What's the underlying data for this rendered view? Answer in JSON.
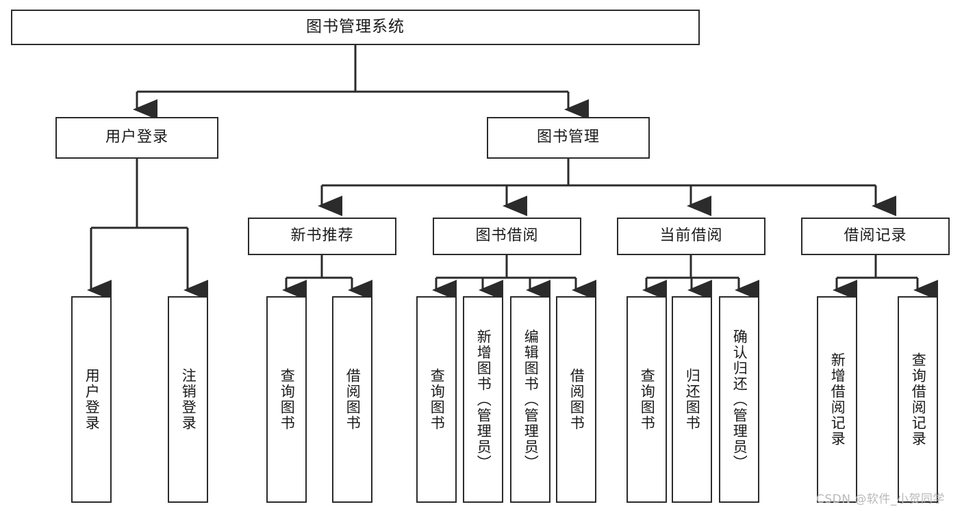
{
  "diagram": {
    "type": "tree",
    "title": "图书管理系统",
    "orientation": "top-down",
    "colors": {
      "box_border": "#2b2b2b",
      "box_fill": "#ffffff",
      "edge": "#2b2b2b",
      "text": "#1a1a1a",
      "watermark": "#b9b9b9"
    },
    "root": {
      "label": "图书管理系统"
    },
    "level2": [
      {
        "label": "用户登录"
      },
      {
        "label": "图书管理"
      }
    ],
    "level3": [
      {
        "label": "新书推荐"
      },
      {
        "label": "图书借阅"
      },
      {
        "label": "当前借阅"
      },
      {
        "label": "借阅记录"
      }
    ],
    "leaves": {
      "user_login": [
        {
          "label": "用户登录"
        },
        {
          "label": "注销登录"
        }
      ],
      "new_book_recommend": [
        {
          "label": "查询图书"
        },
        {
          "label": "借阅图书"
        }
      ],
      "book_borrow": [
        {
          "label": "查询图书"
        },
        {
          "label": "新增图书（管理员）"
        },
        {
          "label": "编辑图书（管理员）"
        },
        {
          "label": "借阅图书"
        }
      ],
      "current_borrow": [
        {
          "label": "查询图书"
        },
        {
          "label": "归还图书"
        },
        {
          "label": "确认归还（管理员）"
        }
      ],
      "borrow_record": [
        {
          "label": "新增借阅记录"
        },
        {
          "label": "查询借阅记录"
        }
      ]
    }
  },
  "watermark": {
    "text": "CSDN @软件_小贺同学"
  }
}
